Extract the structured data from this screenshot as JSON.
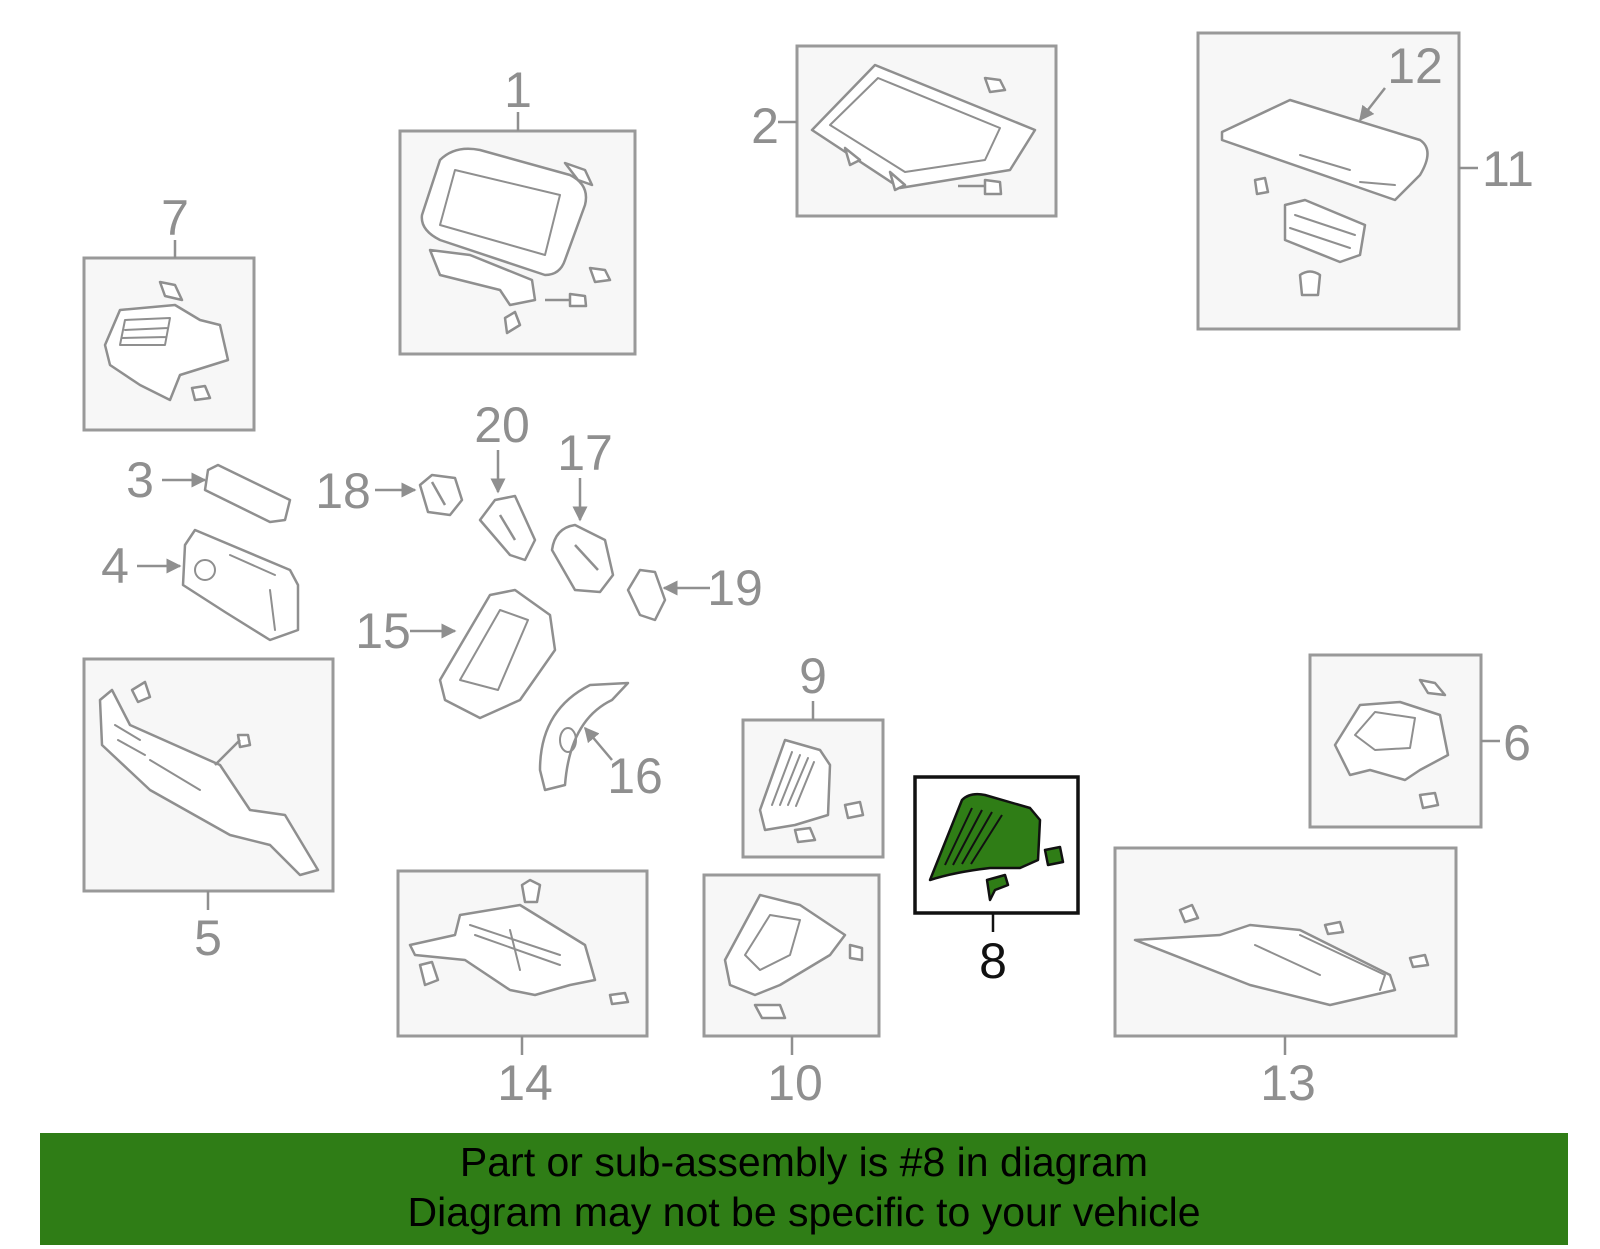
{
  "diagram": {
    "callouts": {
      "1": "1",
      "2": "2",
      "3": "3",
      "4": "4",
      "5": "5",
      "6": "6",
      "7": "7",
      "8": "8",
      "9": "9",
      "10": "10",
      "11": "11",
      "12": "12",
      "13": "13",
      "14": "14",
      "15": "15",
      "16": "16",
      "17": "17",
      "18": "18",
      "19": "19",
      "20": "20"
    },
    "highlighted_callout": "8",
    "colors": {
      "highlight": "#2f7d16",
      "parts_line": "#8f8f8f",
      "box_fill": "#f7f7f7"
    }
  },
  "banner": {
    "line1": "Part or sub-assembly is #8 in diagram",
    "line2": "Diagram may not be specific to your vehicle"
  }
}
